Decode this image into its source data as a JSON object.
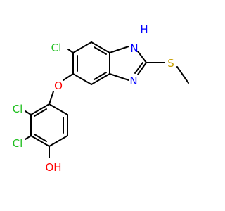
{
  "molecule": {
    "atoms": {
      "cl_top": "Cl",
      "nh_n": "N",
      "nh_h": "H",
      "s": "S",
      "o": "O",
      "n": "N",
      "cl_a": "Cl",
      "cl_b": "Cl",
      "oh": "OH"
    },
    "colors": {
      "chlorine": "#1fbf1f",
      "nitrogen": "#0000ff",
      "oxygen": "#ff0000",
      "sulfur": "#c8a000",
      "bond": "#000000"
    }
  }
}
